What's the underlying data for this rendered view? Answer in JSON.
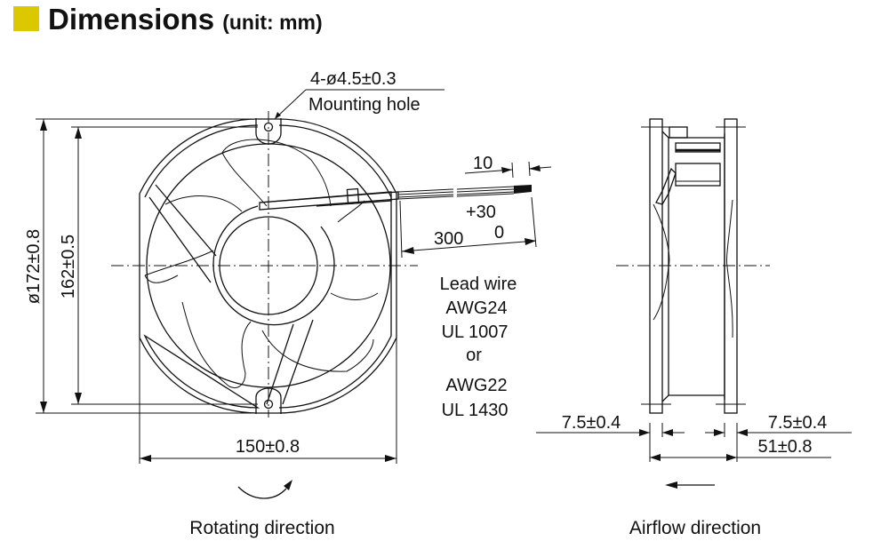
{
  "header": {
    "title": "Dimensions",
    "unit": "(unit: mm)",
    "accent_color": "#dcc800"
  },
  "front_view": {
    "mounting_hole_spec": "4-ø4.5±0.3",
    "mounting_hole_label": "Mounting hole",
    "outer_diameter": "ø172±0.8",
    "hole_pitch_vertical": "162±0.5",
    "width": "150±0.8",
    "wire_strip_length": "10",
    "wire_length": "300",
    "wire_tol_upper": "+30",
    "wire_tol_lower": "0",
    "lead_wire_lines": [
      "Lead wire",
      "AWG24",
      "UL 1007",
      "or",
      "AWG22",
      "UL 1430"
    ],
    "rotation_caption": "Rotating direction"
  },
  "side_view": {
    "flange_left": "7.5±0.4",
    "flange_right": "7.5±0.4",
    "depth": "51±0.8",
    "airflow_caption": "Airflow direction"
  }
}
